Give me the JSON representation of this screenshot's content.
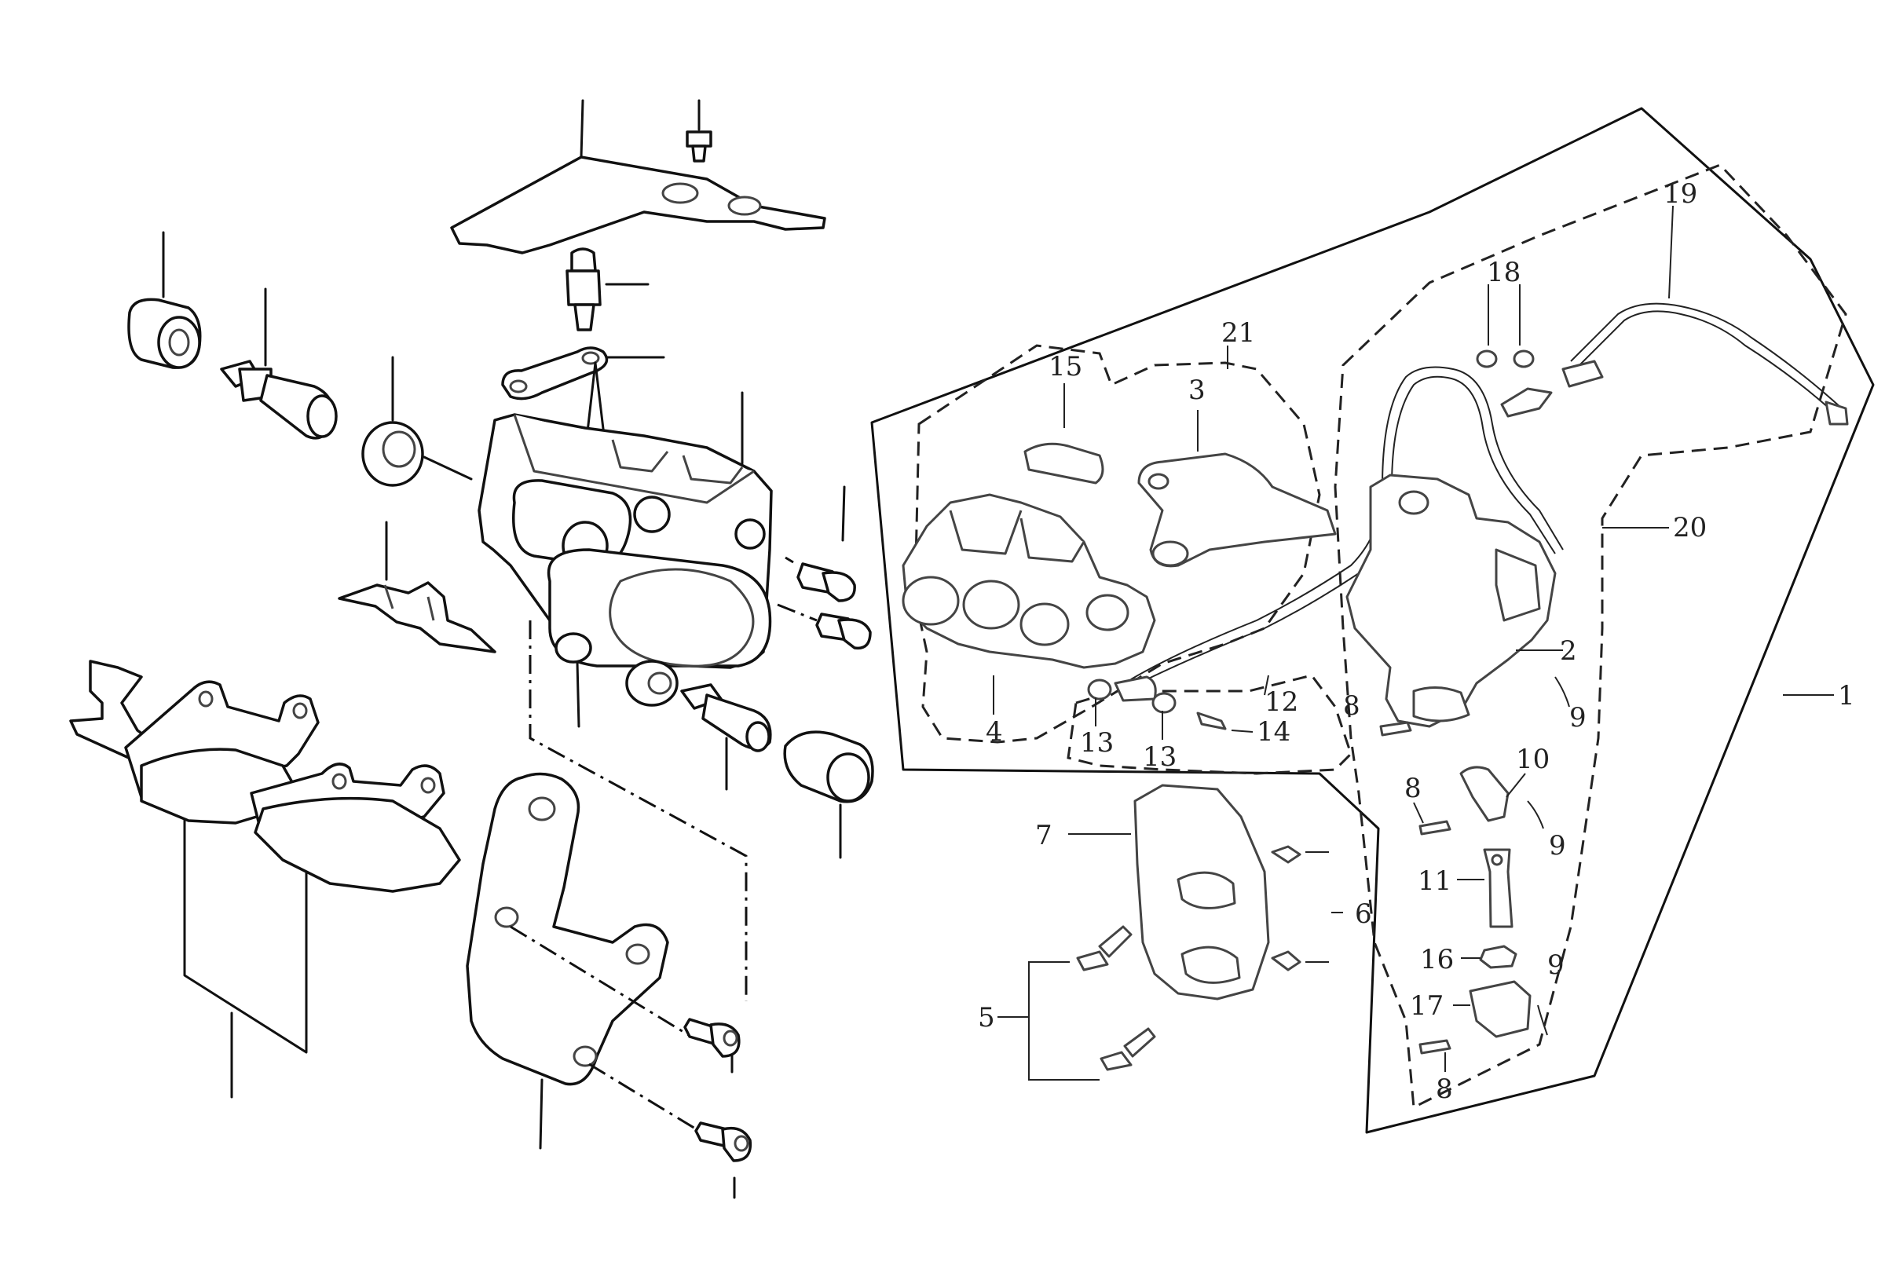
{
  "callouts": {
    "c1": "1",
    "c2": "2",
    "c3": "3",
    "c4": "4",
    "c5": "5",
    "c6": "6",
    "c7": "7",
    "c8a": "8",
    "c8b": "8",
    "c8c": "8",
    "c9a": "9",
    "c9b": "9",
    "c9c": "9",
    "c10": "10",
    "c11": "11",
    "c12": "12",
    "c13a": "13",
    "c13b": "13",
    "c14": "14",
    "c15": "15",
    "c16": "16",
    "c17": "17",
    "c18": "18",
    "c19": "19",
    "c20": "20",
    "c21": "21"
  }
}
